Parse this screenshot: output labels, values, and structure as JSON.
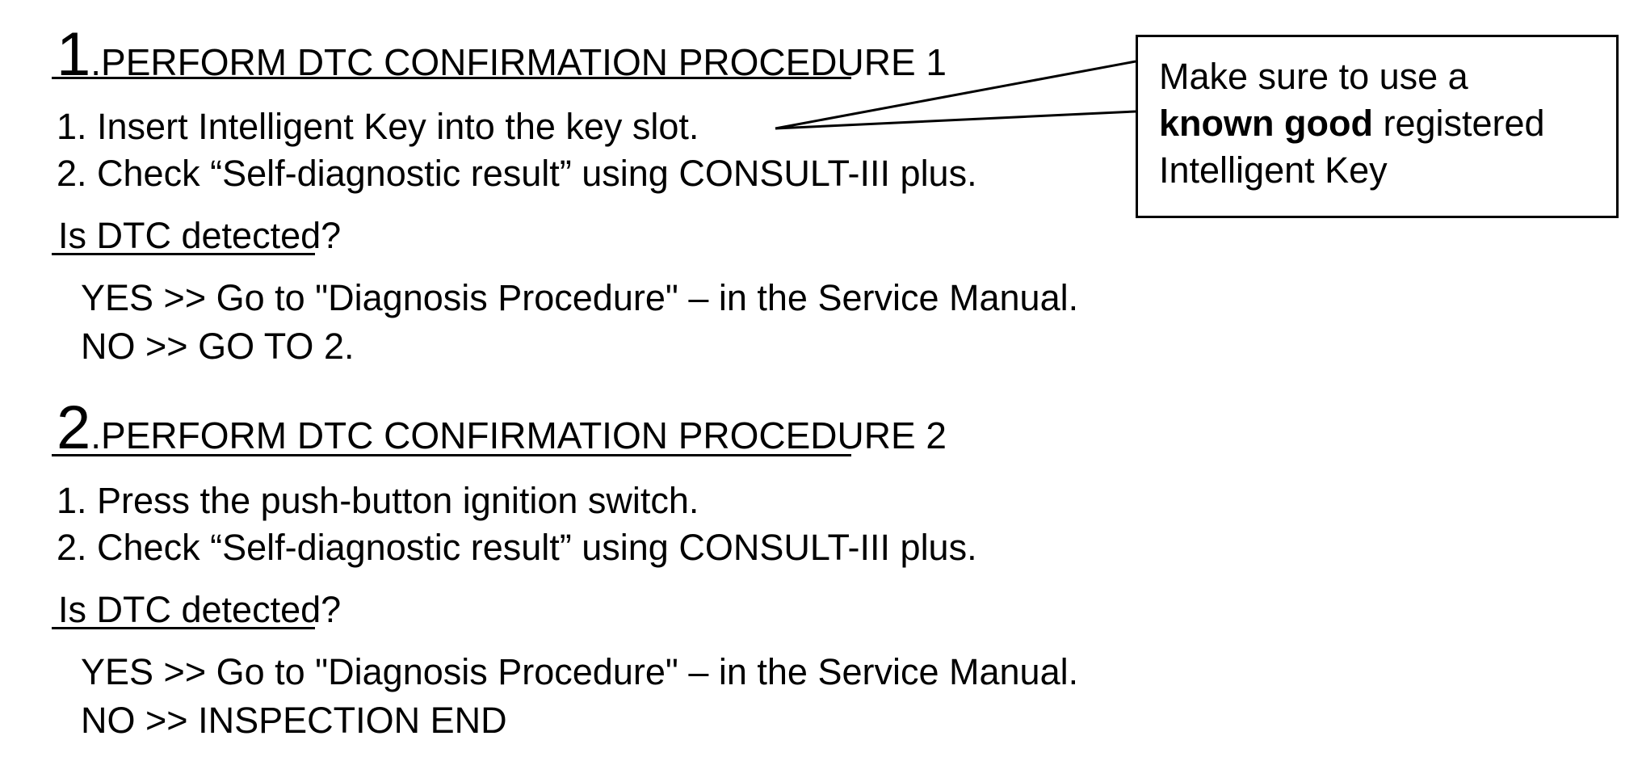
{
  "steps": [
    {
      "number": "1",
      "title": ".PERFORM DTC CONFIRMATION PROCEDURE 1",
      "instructions": [
        "1. Insert Intelligent Key into the key slot.",
        "2. Check “Self-diagnostic result” using CONSULT-III plus."
      ],
      "question": "Is DTC detected?",
      "answers": [
        "YES >> Go to \"Diagnosis Procedure\" – in the Service Manual.",
        "NO >> GO TO 2."
      ]
    },
    {
      "number": "2",
      "title": ".PERFORM DTC CONFIRMATION PROCEDURE 2",
      "instructions": [
        "1. Press the push-button ignition switch.",
        "2. Check “Self-diagnostic result” using CONSULT-III plus."
      ],
      "question": "Is DTC detected?",
      "answers": [
        "YES >> Go to \"Diagnosis Procedure\" – in the Service Manual.",
        "NO >> INSPECTION END"
      ]
    }
  ],
  "callout": {
    "line1": "Make sure to use a",
    "line2_bold": "known good",
    "line2_rest": " registered",
    "line3": "Intelligent Key"
  }
}
